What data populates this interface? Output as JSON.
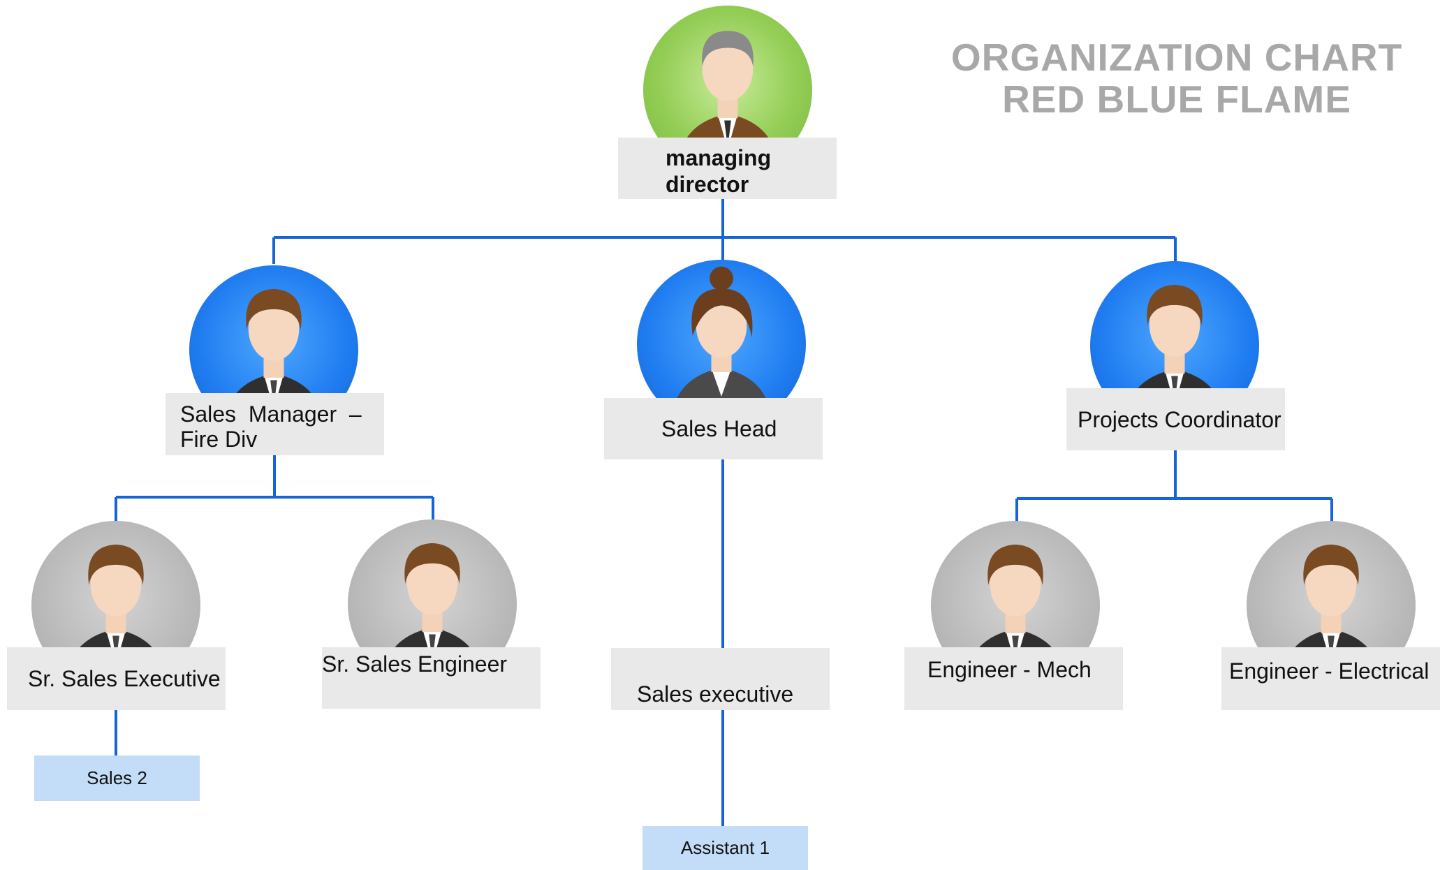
{
  "title": {
    "line1": "ORGANIZATION CHART",
    "line2": "RED BLUE FLAME"
  },
  "colors": {
    "connector": "#1565d8",
    "green": "#7dc142",
    "blue": "#1f7cf0",
    "grey": "#b9b9b9",
    "label_bg": "#e9e9e9",
    "small_bg": "#c3dcf8"
  },
  "nodes": {
    "managing_director": {
      "line1": "managing",
      "line2": "director"
    },
    "sales_manager": {
      "line1": "Sales  Manager  –",
      "line2": "Fire Div"
    },
    "sales_head": "Sales Head",
    "projects_coordinator": "Projects Coordinator",
    "sr_sales_executive": "Sr. Sales Executive",
    "sr_sales_engineer": "Sr. Sales Engineer",
    "sales_executive": "Sales executive",
    "engineer_mech": "Engineer - Mech",
    "engineer_electrical": "Engineer - Electrical",
    "sales_2": "Sales 2",
    "assistant_1": "Assistant 1"
  }
}
